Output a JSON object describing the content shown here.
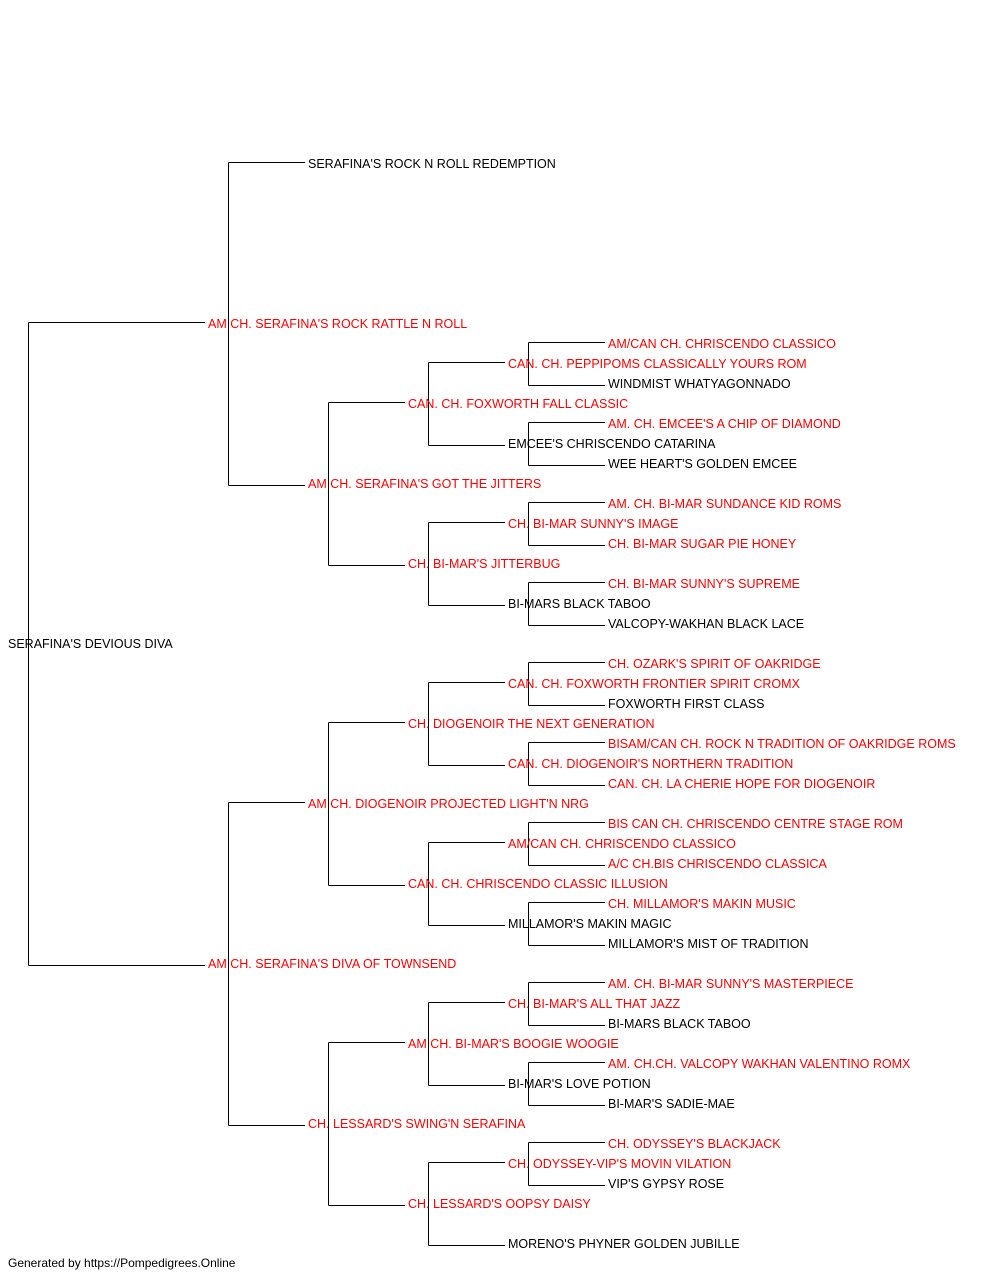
{
  "colors": {
    "champion": "#ff0000",
    "regular": "#000000",
    "line": "#000000"
  },
  "subject": {
    "name": "SERAFINA'S DEVIOUS DIVA",
    "red": false
  },
  "gen1": {
    "sire": {
      "name": "AM CH. SERAFINA'S ROCK RATTLE N ROLL",
      "red": true
    },
    "dam": {
      "name": "AM CH. SERAFINA'S DIVA OF TOWNSEND",
      "red": true
    }
  },
  "gen2": {
    "ss": {
      "name": "SERAFINA'S ROCK N ROLL REDEMPTION",
      "red": false
    },
    "sd": {
      "name": "AM CH. SERAFINA'S GOT THE JITTERS",
      "red": true
    },
    "ds": {
      "name": "AM CH. DIOGENOIR PROJECTED LIGHT'N NRG",
      "red": true
    },
    "dd": {
      "name": "CH. LESSARD'S SWING'N SERAFINA",
      "red": true
    }
  },
  "gen3": {
    "sds": {
      "name": "CAN. CH. FOXWORTH FALL CLASSIC",
      "red": true
    },
    "sdd": {
      "name": "CH. BI-MAR'S JITTERBUG",
      "red": true
    },
    "dss": {
      "name": "CH. DIOGENOIR THE NEXT GENERATION",
      "red": true
    },
    "dsd": {
      "name": "CAN. CH. CHRISCENDO CLASSIC ILLUSION",
      "red": true
    },
    "dds": {
      "name": "AM CH. BI-MAR'S BOOGIE WOOGIE",
      "red": true
    },
    "ddd": {
      "name": "CH. LESSARD'S OOPSY DAISY",
      "red": true
    }
  },
  "gen4": {
    "sdss": {
      "name": "CAN. CH. PEPPIPOMS CLASSICALLY YOURS ROM",
      "red": true
    },
    "sdsd": {
      "name": "EMCEE'S CHRISCENDO CATARINA",
      "red": false
    },
    "sdds": {
      "name": "CH. BI-MAR SUNNY'S IMAGE",
      "red": true
    },
    "sddd": {
      "name": "BI-MARS BLACK TABOO",
      "red": false
    },
    "dsss": {
      "name": "CAN. CH. FOXWORTH FRONTIER SPIRIT CROMX",
      "red": true
    },
    "dssd": {
      "name": "CAN. CH. DIOGENOIR'S NORTHERN TRADITION",
      "red": true
    },
    "dsds": {
      "name": "AM/CAN CH. CHRISCENDO CLASSICO",
      "red": true
    },
    "dsdd": {
      "name": "MILLAMOR'S MAKIN MAGIC",
      "red": false
    },
    "ddss": {
      "name": "CH. BI-MAR'S ALL THAT JAZZ",
      "red": true
    },
    "ddsd": {
      "name": "BI-MAR'S LOVE POTION",
      "red": false
    },
    "ddds": {
      "name": "CH. ODYSSEY-VIP'S MOVIN VILATION",
      "red": true
    },
    "dddd": {
      "name": "MORENO'S PHYNER GOLDEN JUBILLE",
      "red": false
    }
  },
  "gen5": {
    "sdsss": {
      "name": "AM/CAN CH. CHRISCENDO CLASSICO",
      "red": true
    },
    "sdssd": {
      "name": "WINDMIST WHATYAGONNADO",
      "red": false
    },
    "sdsds": {
      "name": "AM. CH. EMCEE'S A CHIP OF DIAMOND",
      "red": true
    },
    "sdsdd": {
      "name": "WEE HEART'S GOLDEN EMCEE",
      "red": false
    },
    "sddss": {
      "name": "AM. CH. BI-MAR SUNDANCE KID ROMS",
      "red": true
    },
    "sddsd": {
      "name": "CH. BI-MAR SUGAR PIE HONEY",
      "red": true
    },
    "sddds": {
      "name": "CH. BI-MAR SUNNY'S SUPREME",
      "red": true
    },
    "sdddd": {
      "name": "VALCOPY-WAKHAN BLACK LACE",
      "red": false
    },
    "dssss": {
      "name": "CH. OZARK'S SPIRIT OF OAKRIDGE",
      "red": true
    },
    "dsssd": {
      "name": "FOXWORTH FIRST CLASS",
      "red": false
    },
    "dssds": {
      "name": "BISAM/CAN CH. ROCK N TRADITION OF OAKRIDGE ROMS",
      "red": true
    },
    "dssdd": {
      "name": "CAN. CH. LA CHERIE HOPE FOR DIOGENOIR",
      "red": true
    },
    "dsdss": {
      "name": "BIS CAN CH. CHRISCENDO CENTRE STAGE ROM",
      "red": true
    },
    "dsdsd": {
      "name": "A/C CH.BIS CHRISCENDO CLASSICA",
      "red": true
    },
    "dsdds": {
      "name": "CH. MILLAMOR'S MAKIN MUSIC",
      "red": true
    },
    "dsddd": {
      "name": "MILLAMOR'S MIST OF TRADITION",
      "red": false
    },
    "ddsss": {
      "name": "AM. CH. BI-MAR SUNNY'S MASTERPIECE",
      "red": true
    },
    "ddssd": {
      "name": "BI-MARS BLACK TABOO",
      "red": false
    },
    "ddsds": {
      "name": "AM. CH.CH. VALCOPY WAKHAN VALENTINO ROMX",
      "red": true
    },
    "ddsdd": {
      "name": "BI-MAR'S SADIE-MAE",
      "red": false
    },
    "dddss": {
      "name": "CH. ODYSSEY'S BLACKJACK",
      "red": true
    },
    "dddsd": {
      "name": "VIP'S GYPSY ROSE",
      "red": false
    }
  },
  "footer": {
    "text": "Generated by https://Pompedigrees.Online"
  }
}
